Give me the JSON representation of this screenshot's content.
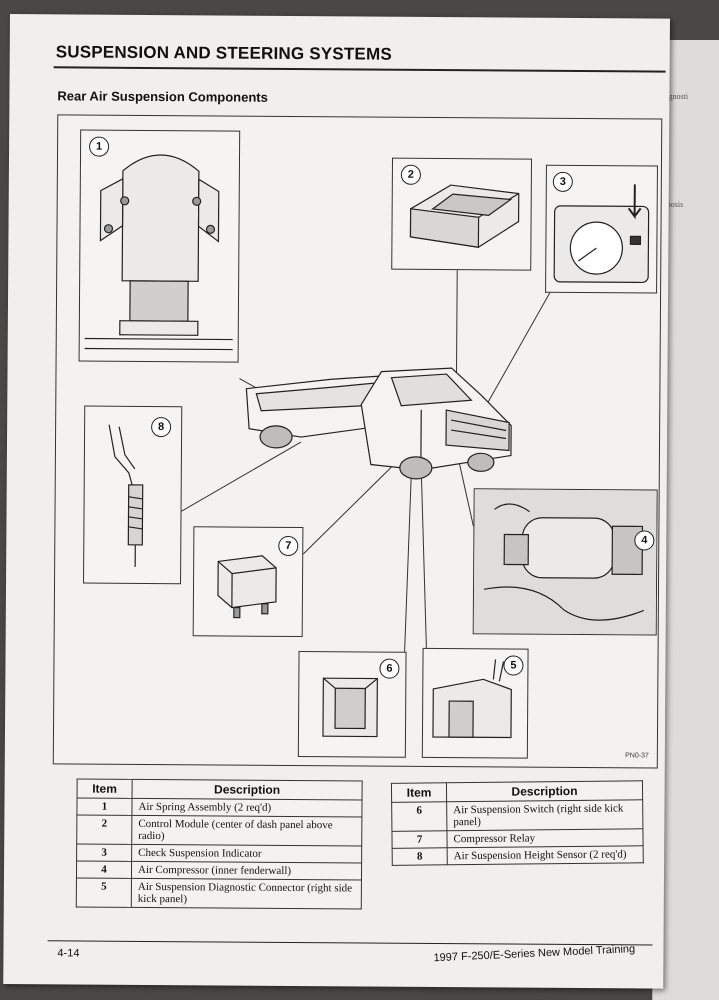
{
  "header": {
    "section_title": "SUSPENSION AND STEERING SYSTEMS",
    "subtitle": "Rear Air Suspension Components"
  },
  "figure": {
    "callouts": [
      {
        "number": "1"
      },
      {
        "number": "2"
      },
      {
        "number": "3"
      },
      {
        "number": "4"
      },
      {
        "number": "5"
      },
      {
        "number": "6"
      },
      {
        "number": "7"
      },
      {
        "number": "8"
      }
    ],
    "figure_code": "PN0-37"
  },
  "table_left": {
    "headers": [
      "Item",
      "Description"
    ],
    "rows": [
      {
        "item": "1",
        "description": "Air Spring Assembly (2 req'd)"
      },
      {
        "item": "2",
        "description": "Control Module (center of dash panel above radio)"
      },
      {
        "item": "3",
        "description": "Check Suspension Indicator"
      },
      {
        "item": "4",
        "description": "Air Compressor (inner fenderwall)"
      },
      {
        "item": "5",
        "description": "Air Suspension Diagnostic Connector (right side kick panel)"
      }
    ]
  },
  "table_right": {
    "headers": [
      "Item",
      "Description"
    ],
    "rows": [
      {
        "item": "6",
        "description": "Air Suspension Switch (right side kick panel)"
      },
      {
        "item": "7",
        "description": "Compressor Relay"
      },
      {
        "item": "8",
        "description": "Air Suspension Height Sensor (2 req'd)"
      }
    ]
  },
  "footer": {
    "page_number": "4-14",
    "title": "1997 F-250/E-Series New Model Training"
  },
  "facing_page": {
    "fragments": [
      "Diagnosti",
      "iagnosis"
    ]
  }
}
